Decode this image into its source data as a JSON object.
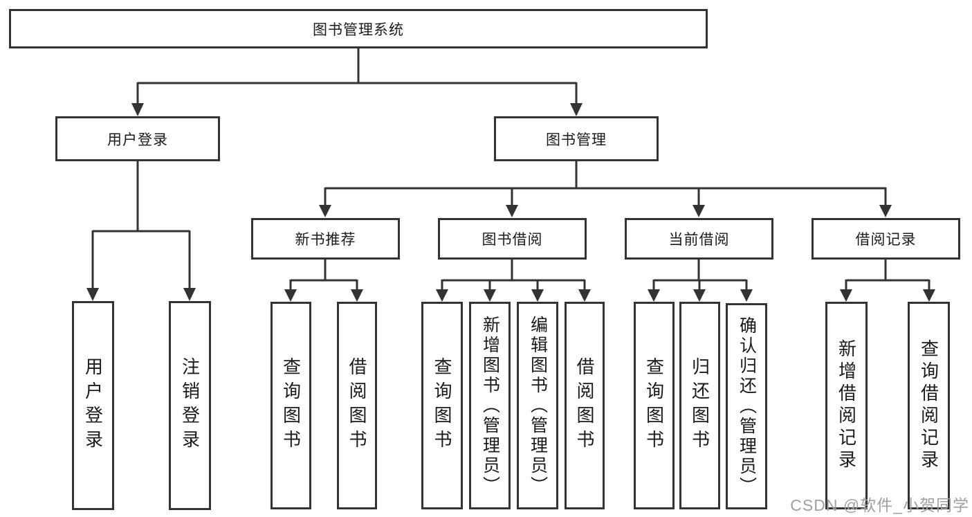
{
  "diagram": {
    "title": "图书管理系统",
    "branches": {
      "user_login": {
        "label": "用户登录",
        "children": [
          "用户登录",
          "注销登录"
        ]
      },
      "book_mgmt": {
        "label": "图书管理",
        "sections": {
          "new_books": {
            "label": "新书推荐",
            "children": [
              "查询图书",
              "借阅图书"
            ]
          },
          "book_borrow": {
            "label": "图书借阅",
            "children": [
              "查询图书",
              "新增图书（管理员）",
              "编辑图书（管理员）",
              "借阅图书"
            ]
          },
          "current_borrow": {
            "label": "当前借阅",
            "children": [
              "查询图书",
              "归还图书",
              "确认归还（管理员）"
            ]
          },
          "borrow_records": {
            "label": "借阅记录",
            "children": [
              "新增借阅记录",
              "查询借阅记录"
            ]
          }
        }
      }
    }
  },
  "watermark": "CSDN @软件_小贺同学",
  "colors": {
    "line": "#333333",
    "text": "#1a1a1a",
    "watermark": "#a0a0a0",
    "background": "#ffffff"
  }
}
